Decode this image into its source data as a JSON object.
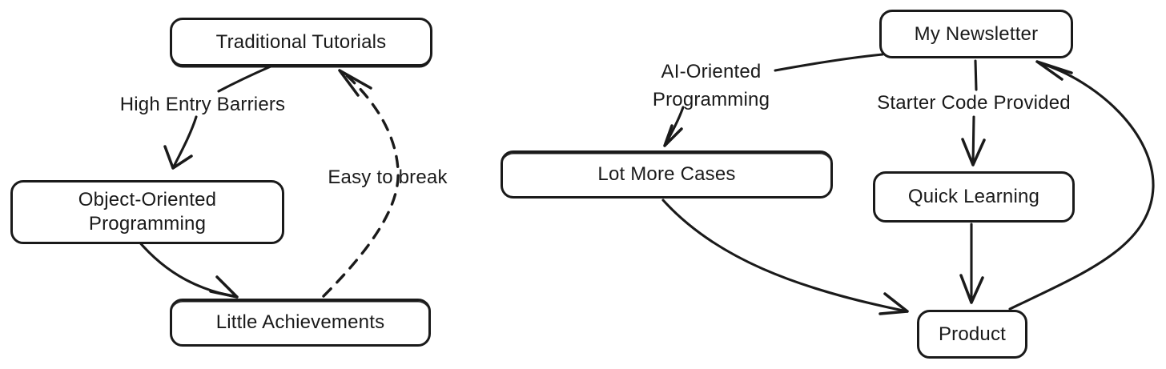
{
  "page": {
    "background": "#ffffff",
    "ink": "#1a1a1a"
  },
  "left_flow": {
    "nodes": [
      {
        "id": "traditional-tutorials",
        "label": "Traditional Tutorials"
      },
      {
        "id": "object-oriented-programming",
        "label": "Object-Oriented Programming"
      },
      {
        "id": "little-achievements",
        "label": "Little Achievements"
      }
    ],
    "edges": [
      {
        "from": "Traditional Tutorials",
        "to": "Object-Oriented Programming",
        "label": "High Entry Barriers",
        "line": "solid"
      },
      {
        "from": "Object-Oriented Programming",
        "to": "Little Achievements",
        "label": "",
        "line": "solid"
      },
      {
        "from": "Little Achievements",
        "to": "Traditional Tutorials",
        "label": "Easy to break",
        "line": "dashed"
      }
    ]
  },
  "right_flow": {
    "nodes": [
      {
        "id": "my-newsletter",
        "label": "My Newsletter"
      },
      {
        "id": "lot-more-cases",
        "label": "Lot More Cases"
      },
      {
        "id": "quick-learning",
        "label": "Quick Learning"
      },
      {
        "id": "product",
        "label": "Product"
      }
    ],
    "edges": [
      {
        "from": "My Newsletter",
        "to": "Lot More Cases",
        "label": "AI-Oriented Programming",
        "line": "solid"
      },
      {
        "from": "My Newsletter",
        "to": "Quick Learning",
        "label": "Starter Code Provided",
        "line": "solid"
      },
      {
        "from": "Quick Learning",
        "to": "Product",
        "label": "",
        "line": "solid"
      },
      {
        "from": "Lot More Cases",
        "to": "Product",
        "label": "",
        "line": "solid"
      },
      {
        "from": "Product",
        "to": "My Newsletter",
        "label": "",
        "line": "solid"
      }
    ]
  }
}
